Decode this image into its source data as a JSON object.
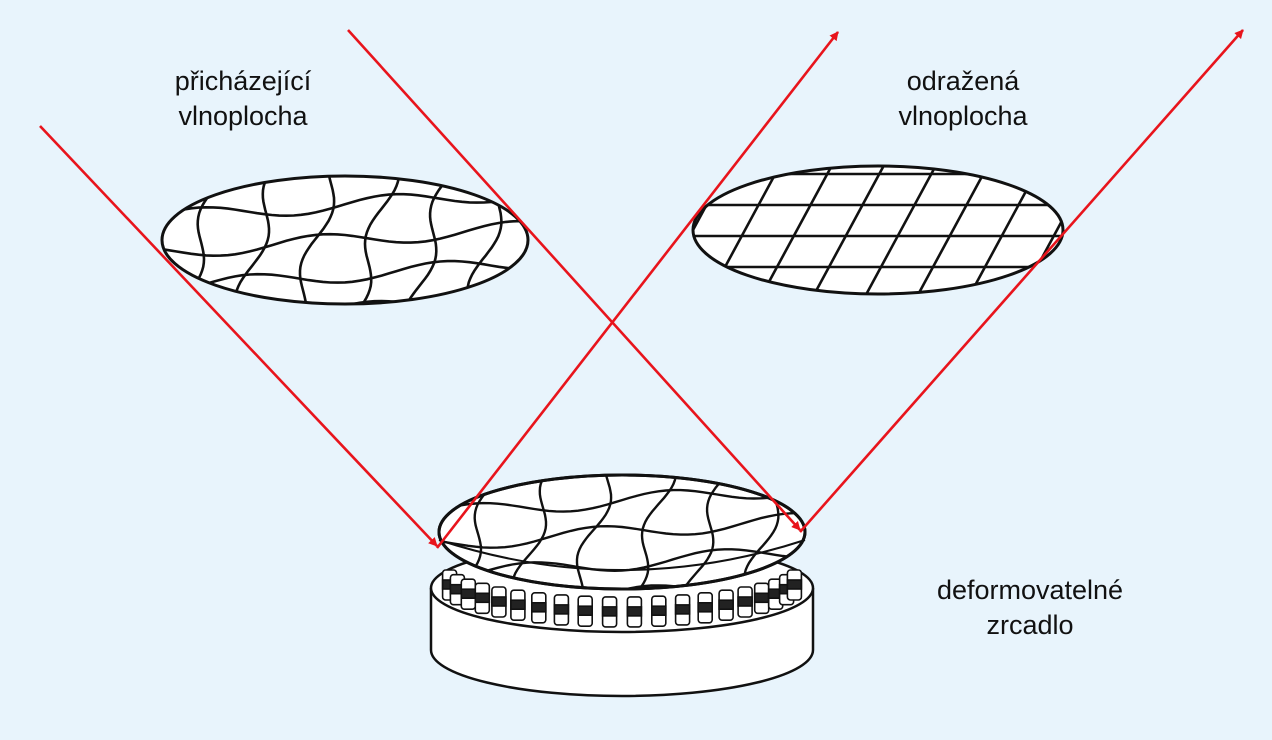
{
  "labels": {
    "incoming": {
      "line1": "přicházející",
      "line2": "vlnoplocha"
    },
    "reflected": {
      "line1": "odražená",
      "line2": "vlnoplocha"
    },
    "mirror": {
      "line1": "deformovatelné",
      "line2": "zrcadlo"
    }
  },
  "colors": {
    "background": "#e8f4fc",
    "ray": "#e8141c",
    "ink": "#111111",
    "surface": "#ffffff"
  },
  "icons": {
    "incoming_wavefront": "distorted-grid-ellipse",
    "reflected_wavefront": "flat-grid-ellipse",
    "mirror": "deformable-mirror-with-actuators"
  }
}
